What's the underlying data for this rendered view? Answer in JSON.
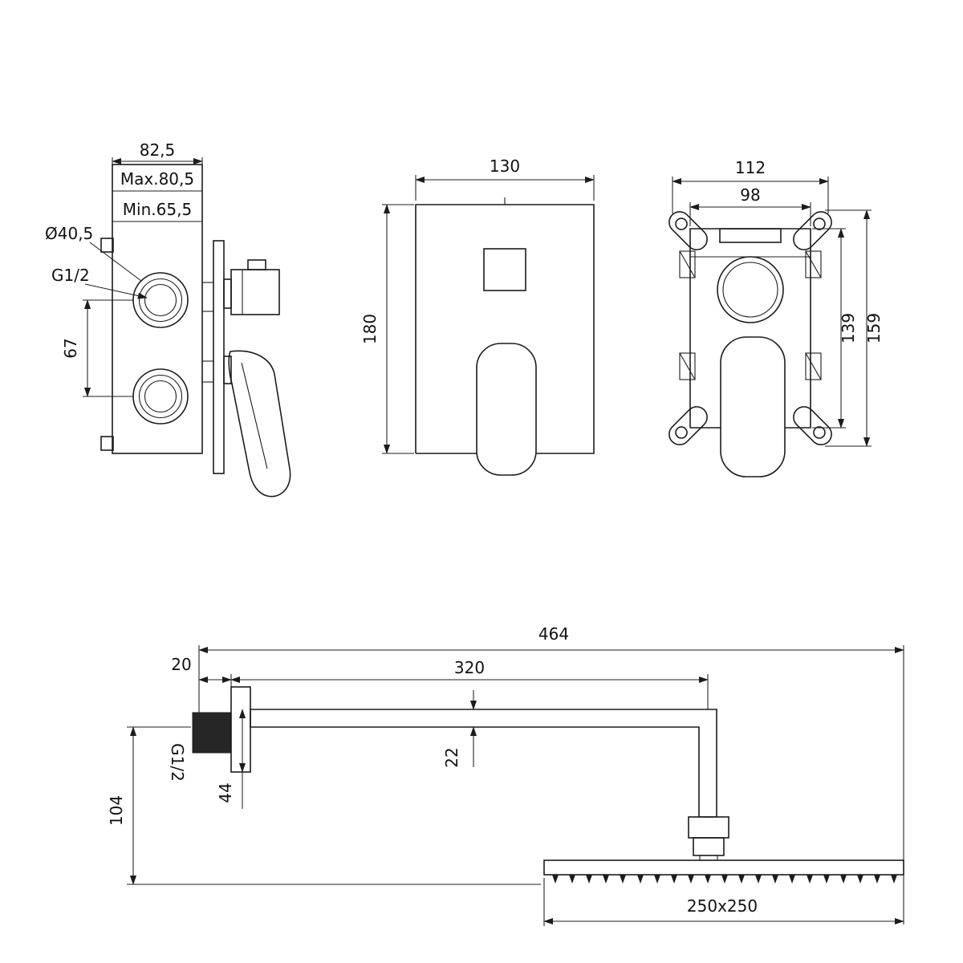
{
  "meta": {
    "background": "#ffffff",
    "line_color": "#1c1c1c",
    "drawing_type": "concealed shower mixer and shower arm dimensional drawing"
  },
  "mixer_side_view": {
    "width": "82,5",
    "depth_max": "Max.80,5",
    "depth_min": "Min.65,5",
    "hole_diameter": "Ø40,5",
    "thread": "G1/2",
    "port_spacing": "67"
  },
  "mixer_front_view": {
    "width": "130",
    "height": "180"
  },
  "mixer_back_view": {
    "outer_width": "112",
    "inner_width": "98",
    "inner_height": "139",
    "outer_height": "159"
  },
  "shower_arm_view": {
    "total_projection": "464",
    "arm_length": "320",
    "wall_offset": "20",
    "thread": "G1/2",
    "flange_height": "44",
    "drop_height": "104",
    "arm_thickness": "22",
    "head_size": "250x250"
  }
}
